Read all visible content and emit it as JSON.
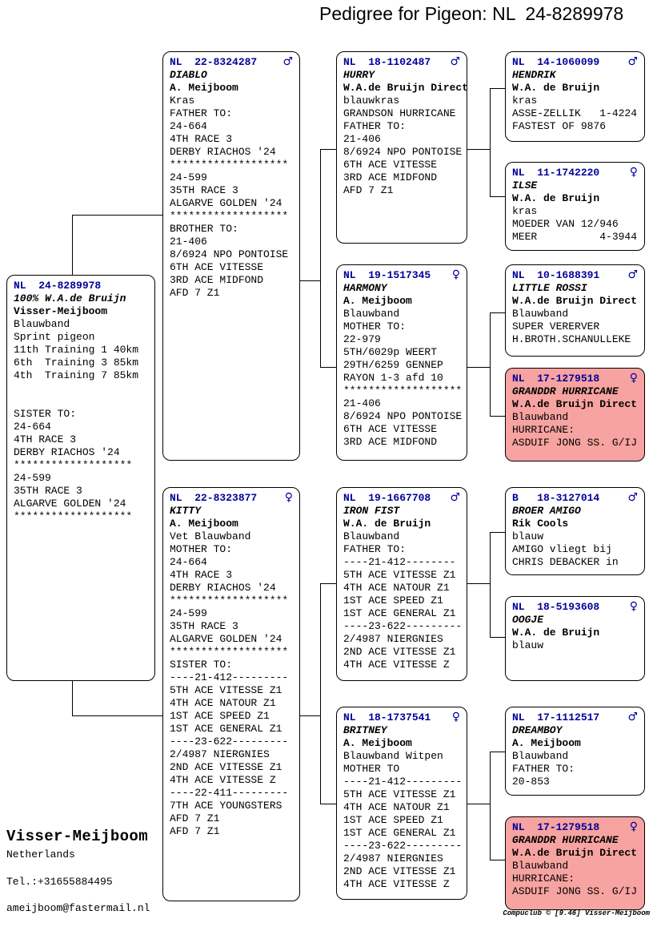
{
  "title": "Pedigree for Pigeon: NL  24-8289978",
  "footer": {
    "loft": "Visser-Meijboom",
    "country": "Netherlands",
    "tel": "Tel.:+31655884495",
    "email": "ameijboom@fastermail.nl",
    "credit": "Compuclub © [9.46]  Visser-Meijboom"
  },
  "colors": {
    "ring_blue": "#000099",
    "highlight_pink": "#f7a3a1",
    "line_black": "#000000"
  },
  "boxes": [
    {
      "key": "subject",
      "id": "NL  24-8289978",
      "sex": "",
      "lines": [
        {
          "s": "nm",
          "t": "100% W.A.de Bruijn"
        },
        {
          "s": "ow",
          "t": "Visser-Meijboom"
        },
        {
          "s": "n",
          "t": "Blauwband"
        },
        {
          "s": "n",
          "t": "Sprint pigeon"
        },
        {
          "s": "n",
          "t": "11th Training 1 40km"
        },
        {
          "s": "n",
          "t": "6th  Training 3 85km"
        },
        {
          "s": "n",
          "t": "4th  Training 7 85km"
        },
        {
          "s": "sp",
          "t": ""
        },
        {
          "s": "sp",
          "t": ""
        },
        {
          "s": "n",
          "t": "SISTER TO:"
        },
        {
          "s": "n",
          "t": "24-664"
        },
        {
          "s": "n",
          "t": "4TH RACE 3"
        },
        {
          "s": "n",
          "t": "DERBY RIACHOS '24"
        },
        {
          "s": "n",
          "t": "*******************"
        },
        {
          "s": "n",
          "t": "24-599"
        },
        {
          "s": "n",
          "t": "35TH RACE 3"
        },
        {
          "s": "n",
          "t": "ALGARVE GOLDEN '24"
        },
        {
          "s": "n",
          "t": "*******************"
        }
      ]
    },
    {
      "key": "diablo",
      "id": "NL  22-8324287",
      "sex": "♂",
      "lines": [
        {
          "s": "nm",
          "t": "DIABLO"
        },
        {
          "s": "ow",
          "t": "A. Meijboom"
        },
        {
          "s": "n",
          "t": "Kras"
        },
        {
          "s": "n",
          "t": "FATHER TO:"
        },
        {
          "s": "n",
          "t": "24-664"
        },
        {
          "s": "n",
          "t": "4TH RACE 3"
        },
        {
          "s": "n",
          "t": "DERBY RIACHOS '24"
        },
        {
          "s": "n",
          "t": "*******************"
        },
        {
          "s": "n",
          "t": "24-599"
        },
        {
          "s": "n",
          "t": "35TH RACE 3"
        },
        {
          "s": "n",
          "t": "ALGARVE GOLDEN '24"
        },
        {
          "s": "n",
          "t": "*******************"
        },
        {
          "s": "n",
          "t": "BROTHER TO:"
        },
        {
          "s": "n",
          "t": "21-406"
        },
        {
          "s": "n",
          "t": "8/6924 NPO PONTOISE"
        },
        {
          "s": "n",
          "t": "6TH ACE VITESSE"
        },
        {
          "s": "n",
          "t": "3RD ACE MIDFOND"
        },
        {
          "s": "n",
          "t": "AFD 7 Z1"
        }
      ]
    },
    {
      "key": "kitty",
      "id": "NL  22-8323877",
      "sex": "♀",
      "lines": [
        {
          "s": "nm",
          "t": "KITTY"
        },
        {
          "s": "ow",
          "t": "A. Meijboom"
        },
        {
          "s": "n",
          "t": "Vet Blauwband"
        },
        {
          "s": "n",
          "t": "MOTHER TO:"
        },
        {
          "s": "n",
          "t": "24-664"
        },
        {
          "s": "n",
          "t": "4TH RACE 3"
        },
        {
          "s": "n",
          "t": "DERBY RIACHOS '24"
        },
        {
          "s": "n",
          "t": "*******************"
        },
        {
          "s": "n",
          "t": "24-599"
        },
        {
          "s": "n",
          "t": "35TH RACE 3"
        },
        {
          "s": "n",
          "t": "ALGARVE GOLDEN '24"
        },
        {
          "s": "n",
          "t": "*******************"
        },
        {
          "s": "n",
          "t": "SISTER TO:"
        },
        {
          "s": "n",
          "t": "----21-412---------"
        },
        {
          "s": "n",
          "t": "5TH ACE VITESSE Z1"
        },
        {
          "s": "n",
          "t": "4TH ACE NATOUR Z1"
        },
        {
          "s": "n",
          "t": "1ST ACE SPEED Z1"
        },
        {
          "s": "n",
          "t": "1ST ACE GENERAL Z1"
        },
        {
          "s": "n",
          "t": "----23-622---------"
        },
        {
          "s": "n",
          "t": "2/4987 NIERGNIES"
        },
        {
          "s": "n",
          "t": "2ND ACE VITESSE Z1"
        },
        {
          "s": "n",
          "t": "4TH ACE VITESSE Z"
        },
        {
          "s": "n",
          "t": "----22-411---------"
        },
        {
          "s": "n",
          "t": "7TH ACE YOUNGSTERS"
        },
        {
          "s": "n",
          "t": "AFD 7 Z1"
        },
        {
          "s": "n",
          "t": "AFD 7 Z1"
        }
      ]
    },
    {
      "key": "hurry",
      "id": "NL  18-1102487",
      "sex": "♂",
      "lines": [
        {
          "s": "nm",
          "t": "HURRY"
        },
        {
          "s": "ow",
          "t": "W.A.de Bruijn Direct"
        },
        {
          "s": "n",
          "t": "blauwkras"
        },
        {
          "s": "n",
          "t": "GRANDSON HURRICANE"
        },
        {
          "s": "n",
          "t": "FATHER TO:"
        },
        {
          "s": "n",
          "t": "21-406"
        },
        {
          "s": "n",
          "t": "8/6924 NPO PONTOISE"
        },
        {
          "s": "n",
          "t": "6TH ACE VITESSE"
        },
        {
          "s": "n",
          "t": "3RD ACE MIDFOND"
        },
        {
          "s": "n",
          "t": "AFD 7 Z1"
        }
      ]
    },
    {
      "key": "harmony",
      "id": "NL  19-1517345",
      "sex": "♀",
      "lines": [
        {
          "s": "nm",
          "t": "HARMONY"
        },
        {
          "s": "ow",
          "t": "A. Meijboom"
        },
        {
          "s": "n",
          "t": "Blauwband"
        },
        {
          "s": "n",
          "t": "MOTHER TO:"
        },
        {
          "s": "n",
          "t": "22-979"
        },
        {
          "s": "n",
          "t": "5TH/6029p WEERT"
        },
        {
          "s": "n",
          "t": "29TH/6259 GENNEP"
        },
        {
          "s": "n",
          "t": "RAYON 1-3 afd 10"
        },
        {
          "s": "n",
          "t": "*******************"
        },
        {
          "s": "n",
          "t": "21-406"
        },
        {
          "s": "n",
          "t": "8/6924 NPO PONTOISE"
        },
        {
          "s": "n",
          "t": "6TH ACE VITESSE"
        },
        {
          "s": "n",
          "t": "3RD ACE MIDFOND"
        }
      ]
    },
    {
      "key": "iron-fist",
      "id": "NL  19-1667708",
      "sex": "♂",
      "lines": [
        {
          "s": "nm",
          "t": "IRON FIST"
        },
        {
          "s": "ow",
          "t": "W.A. de Bruijn"
        },
        {
          "s": "n",
          "t": "Blauwband"
        },
        {
          "s": "n",
          "t": "FATHER TO:"
        },
        {
          "s": "n",
          "t": "----21-412--------"
        },
        {
          "s": "n",
          "t": "5TH ACE VITESSE Z1"
        },
        {
          "s": "n",
          "t": "4TH ACE NATOUR Z1"
        },
        {
          "s": "n",
          "t": "1ST ACE SPEED Z1"
        },
        {
          "s": "n",
          "t": "1ST ACE GENERAL Z1"
        },
        {
          "s": "n",
          "t": "----23-622---------"
        },
        {
          "s": "n",
          "t": "2/4987 NIERGNIES"
        },
        {
          "s": "n",
          "t": "2ND ACE VITESSE Z1"
        },
        {
          "s": "n",
          "t": "4TH ACE VITESSE Z"
        }
      ]
    },
    {
      "key": "britney",
      "id": "NL  18-1737541",
      "sex": "♀",
      "lines": [
        {
          "s": "nm",
          "t": "BRITNEY"
        },
        {
          "s": "ow",
          "t": "A. Meijboom"
        },
        {
          "s": "n",
          "t": "Blauwband Witpen"
        },
        {
          "s": "n",
          "t": "MOTHER TO"
        },
        {
          "s": "n",
          "t": "----21-412---------"
        },
        {
          "s": "n",
          "t": "5TH ACE VITESSE Z1"
        },
        {
          "s": "n",
          "t": "4TH ACE NATOUR Z1"
        },
        {
          "s": "n",
          "t": "1ST ACE SPEED Z1"
        },
        {
          "s": "n",
          "t": "1ST ACE GENERAL Z1"
        },
        {
          "s": "n",
          "t": "----23-622---------"
        },
        {
          "s": "n",
          "t": "2/4987 NIERGNIES"
        },
        {
          "s": "n",
          "t": "2ND ACE VITESSE Z1"
        },
        {
          "s": "n",
          "t": "4TH ACE VITESSE Z"
        }
      ]
    },
    {
      "key": "hendrik",
      "id": "NL  14-1060099",
      "sex": "♂",
      "lines": [
        {
          "s": "nm",
          "t": "HENDRIK"
        },
        {
          "s": "ow",
          "t": "W.A. de Bruijn"
        },
        {
          "s": "n",
          "t": "kras"
        },
        {
          "s": "n",
          "t": "ASSE-ZELLIK   1-4224"
        },
        {
          "s": "n",
          "t": "FASTEST OF 9876"
        }
      ]
    },
    {
      "key": "ilse",
      "id": "NL  11-1742220",
      "sex": "♀",
      "lines": [
        {
          "s": "nm",
          "t": "ILSE"
        },
        {
          "s": "ow",
          "t": "W.A. de Bruijn"
        },
        {
          "s": "n",
          "t": "kras"
        },
        {
          "s": "n",
          "t": "MOEDER VAN 12/946"
        },
        {
          "s": "n",
          "t": "MEER          4-3944"
        }
      ]
    },
    {
      "key": "little-rossi",
      "id": "NL  10-1688391",
      "sex": "♂",
      "lines": [
        {
          "s": "nm",
          "t": "LITTLE ROSSI"
        },
        {
          "s": "ow",
          "t": "W.A.de Bruijn Direct"
        },
        {
          "s": "n",
          "t": "Blauwband"
        },
        {
          "s": "n",
          "t": "SUPER VERERVER"
        },
        {
          "s": "n",
          "t": "H.BROTH.SCHANULLEKE"
        }
      ]
    },
    {
      "key": "granddr-hurricane-1",
      "id": "NL  17-1279518",
      "sex": "♀",
      "highlight": true,
      "lines": [
        {
          "s": "nm",
          "t": "GRANDDR HURRICANE"
        },
        {
          "s": "ow",
          "t": "W.A.de Bruijn Direct"
        },
        {
          "s": "n",
          "t": "Blauwband"
        },
        {
          "s": "n",
          "t": "HURRICANE:"
        },
        {
          "s": "n",
          "t": "ASDUIF JONG SS. G/IJ"
        }
      ]
    },
    {
      "key": "broer-amigo",
      "id": "B   18-3127014",
      "sex": "♂",
      "lines": [
        {
          "s": "nm",
          "t": "BROER AMIGO"
        },
        {
          "s": "ow",
          "t": "Rik Cools"
        },
        {
          "s": "n",
          "t": "blauw"
        },
        {
          "s": "n",
          "t": "AMIGO vliegt bij"
        },
        {
          "s": "n",
          "t": "CHRIS DEBACKER in"
        }
      ]
    },
    {
      "key": "oogje",
      "id": "NL  18-5193608",
      "sex": "♀",
      "lines": [
        {
          "s": "nm",
          "t": "OOGJE"
        },
        {
          "s": "ow",
          "t": "W.A. de Bruijn"
        },
        {
          "s": "n",
          "t": "blauw"
        }
      ]
    },
    {
      "key": "dreamboy",
      "id": "NL  17-1112517",
      "sex": "♂",
      "lines": [
        {
          "s": "nm",
          "t": "DREAMBOY"
        },
        {
          "s": "ow",
          "t": "A. Meijboom"
        },
        {
          "s": "n",
          "t": "Blauwband"
        },
        {
          "s": "n",
          "t": "FATHER TO:"
        },
        {
          "s": "n",
          "t": "20-853"
        }
      ]
    },
    {
      "key": "granddr-hurricane-2",
      "id": "NL  17-1279518",
      "sex": "♀",
      "highlight": true,
      "lines": [
        {
          "s": "nm",
          "t": "GRANDDR HURRICANE"
        },
        {
          "s": "ow",
          "t": "W.A.de Bruijn Direct"
        },
        {
          "s": "n",
          "t": "Blauwband"
        },
        {
          "s": "n",
          "t": "HURRICANE:"
        },
        {
          "s": "n",
          "t": "ASDUIF JONG SS. G/IJ"
        }
      ]
    }
  ]
}
